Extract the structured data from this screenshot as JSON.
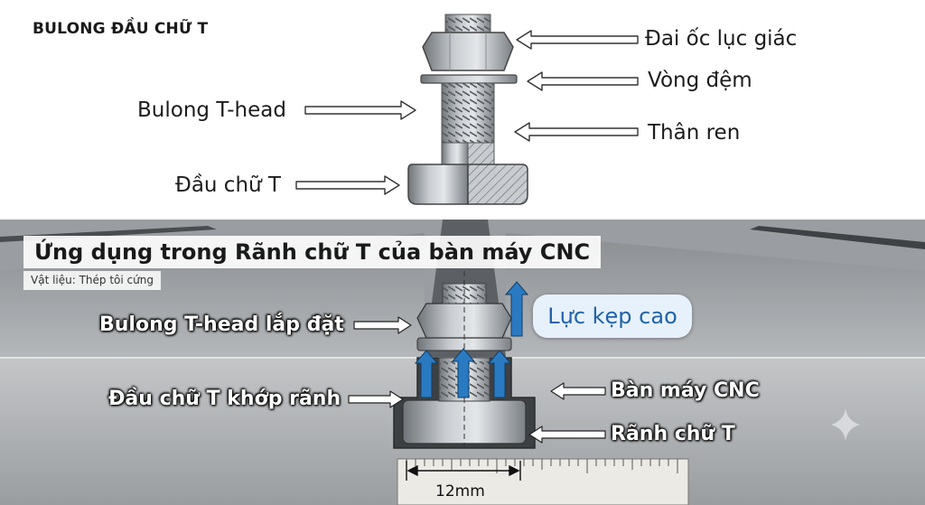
{
  "top": {
    "title": "BULONG ĐẦU CHỮ T",
    "labels": {
      "hex_nut": "Đai ốc lục giác",
      "washer": "Vòng đệm",
      "thread": "Thân ren",
      "bolt": "Bulong T-head",
      "t_head": "Đầu chữ T"
    }
  },
  "bottom": {
    "title": "Ứng dụng trong Rãnh chữ T của bàn máy CNC",
    "subtitle": "Vật liệu: Thép tôi cứng",
    "labels": {
      "installed_bolt": "Bulong T-head lắp đặt",
      "t_head_fit": "Đầu chữ T khớp rãnh",
      "cnc_table": "Bàn máy CNC",
      "t_slot": "Rãnh chữ T"
    },
    "force_label": "Lực kẹp cao",
    "dimension": "12mm"
  },
  "colors": {
    "steel": "#a9adb1",
    "arrow_blue": "#2a7ac2",
    "force_text": "#1f63a8"
  }
}
